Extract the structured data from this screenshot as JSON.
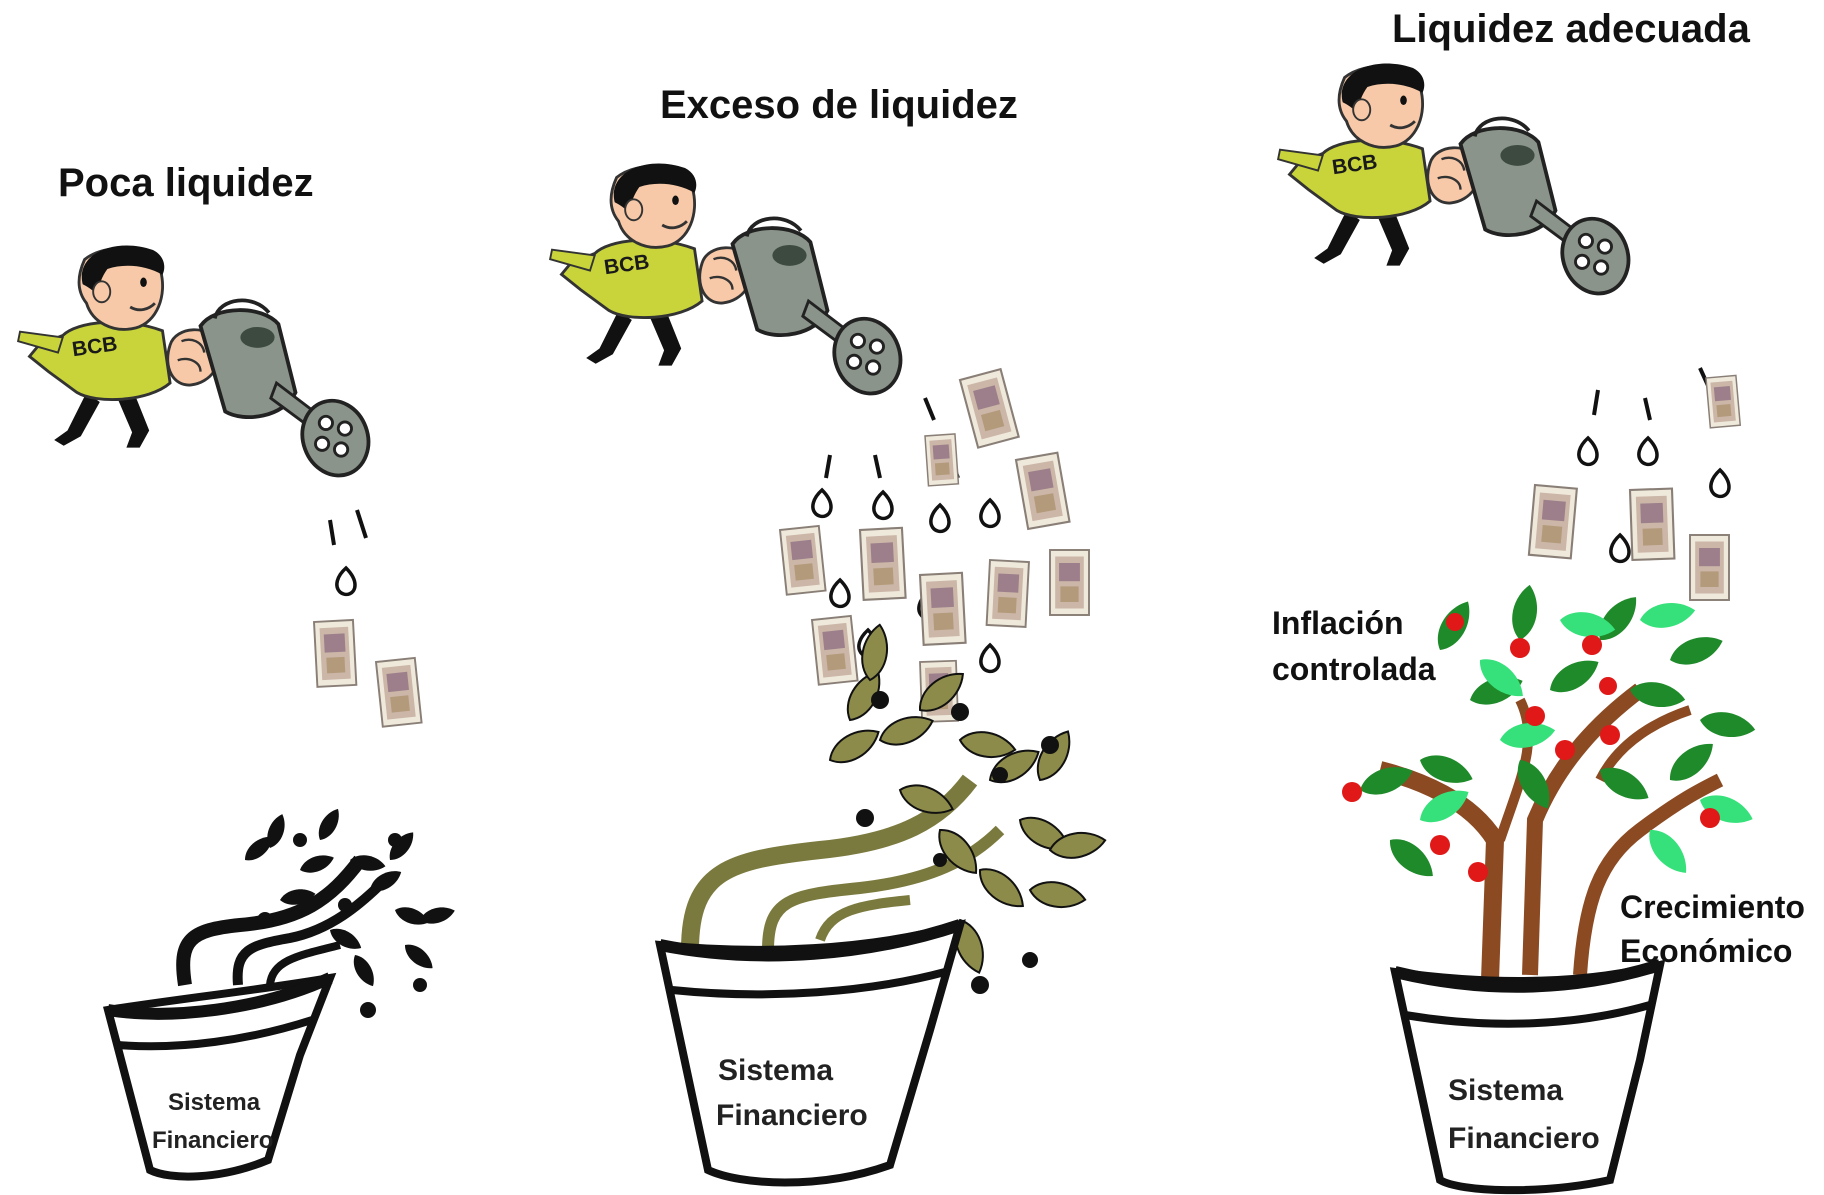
{
  "panels": [
    {
      "id": "poca",
      "title": "Poca liquidez",
      "shirt": "BCB",
      "pot_line1": "Sistema",
      "pot_line2": "Financiero",
      "plant_style": "dark"
    },
    {
      "id": "exceso",
      "title": "Exceso de liquidez",
      "shirt": "BCB",
      "pot_line1": "Sistema",
      "pot_line2": "Financiero",
      "plant_style": "olive"
    },
    {
      "id": "adecuada",
      "title": "Liquidez adecuada",
      "shirt": "BCB",
      "pot_line1": "Sistema",
      "pot_line2": "Financiero",
      "plant_style": "fruit",
      "note_left_line1": "Inflación",
      "note_left_line2": "controlada",
      "note_right_line1": "Crecimiento",
      "note_right_line2": "Económico"
    }
  ],
  "colors": {
    "shirt": "#c8d43a",
    "can": "#8a948a",
    "trunk_olive": "#7b7a3e",
    "leaf_olive": "#8c8b4a",
    "trunk_brown": "#8b4a22",
    "leaf_green": "#1f8a2a",
    "leaf_light": "#36e07a",
    "fruit_red": "#e01818"
  }
}
